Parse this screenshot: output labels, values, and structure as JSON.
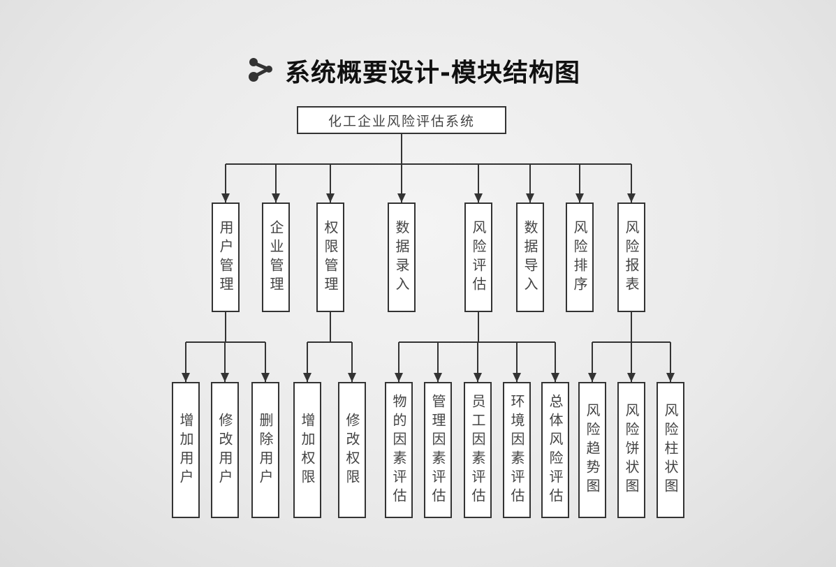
{
  "title": {
    "icon": "share-node-icon",
    "text": "系统概要设计-模块结构图"
  },
  "root": {
    "label": "化工企业风险评估系统"
  },
  "modules": [
    {
      "label": "用户管理",
      "children": [
        "增加用户",
        "修改用户",
        "删除用户"
      ]
    },
    {
      "label": "企业管理",
      "children": []
    },
    {
      "label": "权限管理",
      "children": [
        "增加权限",
        "修改权限"
      ]
    },
    {
      "label": "数据录入",
      "children": []
    },
    {
      "label": "风险评估",
      "children": [
        "物的因素评估",
        "管理因素评估",
        "员工因素评估",
        "环境因素评估",
        "总体风险评估"
      ]
    },
    {
      "label": "数据导入",
      "children": []
    },
    {
      "label": "风险排序",
      "children": []
    },
    {
      "label": "风险报表",
      "children": [
        "风险趋势图",
        "风险饼状图",
        "风险柱状图"
      ]
    }
  ],
  "colors": {
    "line": "#333333",
    "box_fill": "#ffffff"
  }
}
